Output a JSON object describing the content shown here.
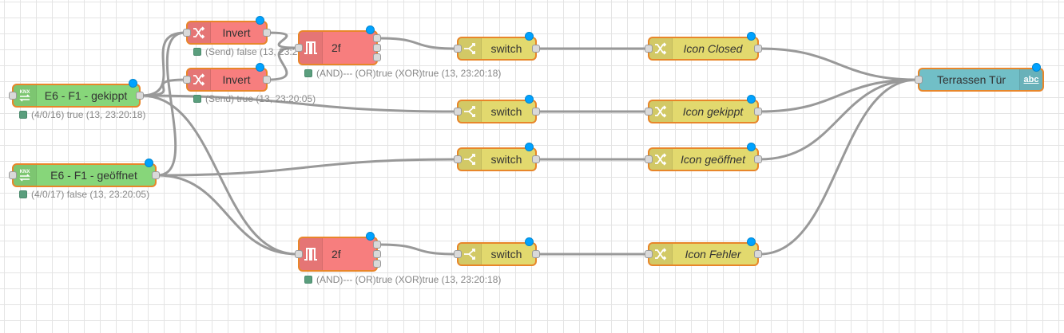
{
  "flow": {
    "nodes": {
      "knx_gekippt": {
        "label": "E6 - F1 - gekippt",
        "type": "knx",
        "icon": "knx-icon",
        "status": "(4/0/16) true (13, 23:20:18)",
        "color": "#87d67a"
      },
      "knx_geoeffnet": {
        "label": "E6 - F1 - geöffnet",
        "type": "knx",
        "icon": "knx-icon",
        "status": "(4/0/17) false (13, 23:20:05)",
        "color": "#87d67a"
      },
      "invert1": {
        "label": "Invert",
        "type": "change",
        "icon": "shuffle-icon",
        "status": "(Send) false (13, 23:20:18)",
        "color": "#f77e7e"
      },
      "invert2": {
        "label": "Invert",
        "type": "change",
        "icon": "shuffle-icon",
        "status": "(Send) true (13, 23:20:05)",
        "color": "#f77e7e"
      },
      "logic1": {
        "label": "2f",
        "type": "logic",
        "icon": "pulse-icon",
        "status": "(AND)--- (OR)true (XOR)true (13, 23:20:18)",
        "color": "#f77e7e"
      },
      "logic2": {
        "label": "2f",
        "type": "logic",
        "icon": "pulse-icon",
        "status": "(AND)--- (OR)true (XOR)true (13, 23:20:18)",
        "color": "#f77e7e"
      },
      "switch1": {
        "label": "switch",
        "type": "switch",
        "icon": "switch-icon",
        "color": "#e2d96e"
      },
      "switch2": {
        "label": "switch",
        "type": "switch",
        "icon": "switch-icon",
        "color": "#e2d96e"
      },
      "switch3": {
        "label": "switch",
        "type": "switch",
        "icon": "switch-icon",
        "color": "#e2d96e"
      },
      "switch4": {
        "label": "switch",
        "type": "switch",
        "icon": "switch-icon",
        "color": "#e2d96e"
      },
      "icon_closed": {
        "label": "Icon Closed",
        "type": "change",
        "icon": "shuffle-icon",
        "color": "#e2d96e"
      },
      "icon_gekippt": {
        "label": "Icon gekippt",
        "type": "change",
        "icon": "shuffle-icon",
        "color": "#e2d96e"
      },
      "icon_geoeffnet": {
        "label": "Icon geöffnet",
        "type": "change",
        "icon": "shuffle-icon",
        "color": "#e2d96e"
      },
      "icon_fehler": {
        "label": "Icon Fehler",
        "type": "change",
        "icon": "shuffle-icon",
        "color": "#e2d96e"
      },
      "output": {
        "label": "Terrassen Tür",
        "type": "ui_text",
        "icon": "text-abc-icon",
        "icon_text": "abc",
        "color": "#71bfc7"
      }
    },
    "wires": [
      [
        "knx_gekippt",
        "invert1"
      ],
      [
        "knx_gekippt",
        "invert2"
      ],
      [
        "knx_gekippt",
        "switch2"
      ],
      [
        "knx_gekippt",
        "logic2"
      ],
      [
        "knx_geoeffnet",
        "invert1"
      ],
      [
        "knx_geoeffnet",
        "switch3"
      ],
      [
        "knx_geoeffnet",
        "logic2"
      ],
      [
        "invert1",
        "logic1"
      ],
      [
        "invert2",
        "logic1"
      ],
      [
        "logic1",
        "switch1"
      ],
      [
        "logic2",
        "switch4"
      ],
      [
        "switch1",
        "icon_closed"
      ],
      [
        "switch2",
        "icon_gekippt"
      ],
      [
        "switch3",
        "icon_geoeffnet"
      ],
      [
        "switch4",
        "icon_fehler"
      ],
      [
        "icon_closed",
        "output"
      ],
      [
        "icon_gekippt",
        "output"
      ],
      [
        "icon_geoeffnet",
        "output"
      ],
      [
        "icon_fehler",
        "output"
      ]
    ]
  }
}
